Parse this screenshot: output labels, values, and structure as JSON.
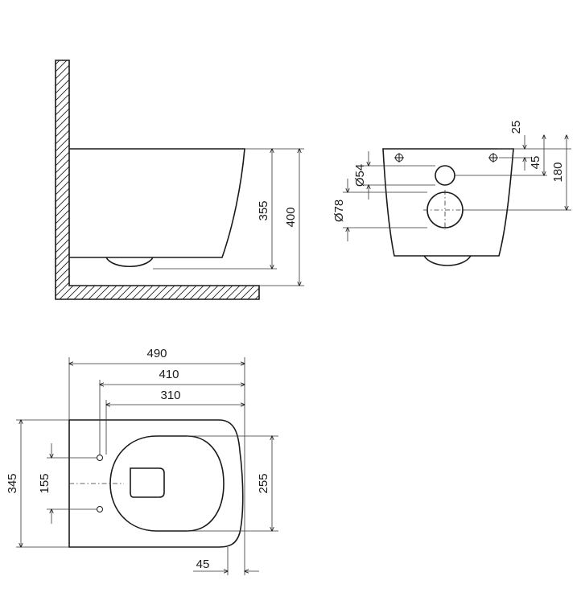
{
  "dimensions": {
    "side_height_355": "355",
    "side_height_400": "400",
    "back_25": "25",
    "back_45": "45",
    "back_180": "180",
    "back_d54": "Ø54",
    "back_d78": "Ø78",
    "top_490": "490",
    "top_410": "410",
    "top_310": "310",
    "top_345": "345",
    "top_155": "155",
    "top_255": "255",
    "top_45": "45"
  }
}
